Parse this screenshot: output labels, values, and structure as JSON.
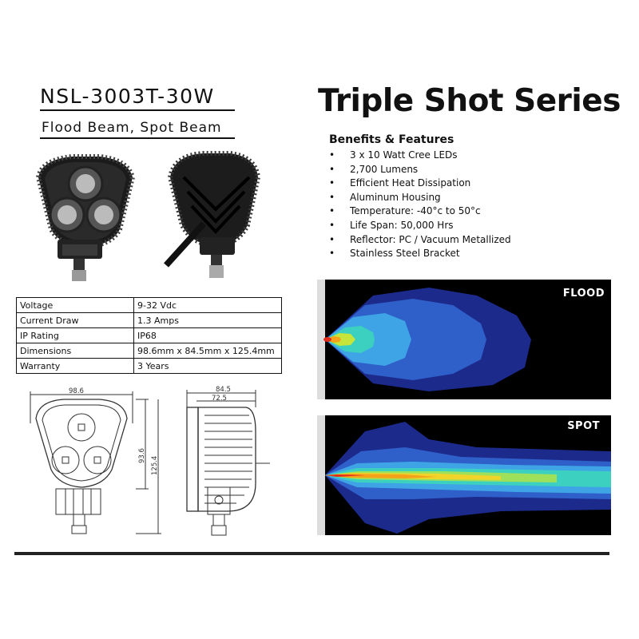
{
  "header": {
    "model": "NSL-3003T-30W",
    "beams": "Flood Beam, Spot Beam",
    "series": "Triple Shot Series"
  },
  "features": {
    "title": "Benefits & Features",
    "items": [
      "3 x 10 Watt Cree LEDs",
      "2,700 Lumens",
      "Efficient Heat Dissipation",
      "Aluminum Housing",
      "Temperature: -40°c to 50°c",
      "Life Span: 50,000 Hrs",
      "Reflector: PC / Vacuum Metallized",
      "Stainless Steel Bracket"
    ]
  },
  "specs": {
    "rows": [
      {
        "key": "Voltage",
        "value": "9-32 Vdc"
      },
      {
        "key": "Current Draw",
        "value": "1.3 Amps"
      },
      {
        "key": "IP Rating",
        "value": "IP68"
      },
      {
        "key": "Dimensions",
        "value": "98.6mm x 84.5mm x 125.4mm"
      },
      {
        "key": "Warranty",
        "value": "3 Years"
      }
    ]
  },
  "drawing": {
    "width": "98.6",
    "height_outer": "93.6",
    "height_total": "125.4",
    "depth_total": "84.5",
    "depth_body": "72.5"
  },
  "beams": {
    "flood_label": "FLOOD",
    "spot_label": "SPOT"
  }
}
